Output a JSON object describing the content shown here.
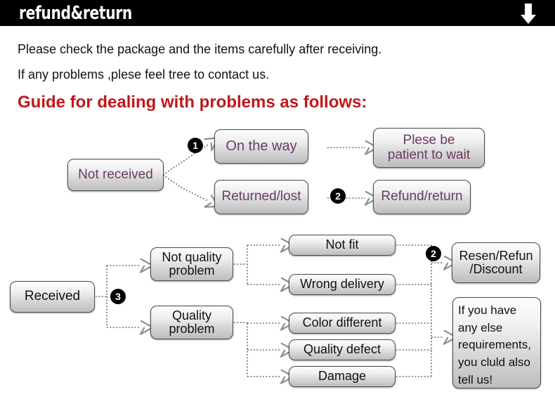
{
  "header": {
    "title": "refund&return",
    "arrow_icon": "arrow-down-icon",
    "background_color": "#000000",
    "text_color": "#ffffff"
  },
  "intro": {
    "line1": "Please check the package and the items carefully after receiving.",
    "line2": "If any problems ,plese feel tree to contact us.",
    "guide_heading": "Guide for dealing with problems as follows:",
    "guide_color": "#c0181c"
  },
  "flow_not_received": {
    "start": "Not received",
    "markers": {
      "one": "1",
      "two": "2"
    },
    "branch_top": "On the way",
    "branch_bottom": "Returned/lost",
    "result_top": "Plese be\npatient to wait",
    "result_top_line1": "Plese be",
    "result_top_line2": "patient to wait",
    "result_bottom": "Refund/return",
    "text_color": "#6b3a63"
  },
  "flow_received": {
    "start": "Received",
    "markers": {
      "three": "3",
      "two": "2"
    },
    "category_top_line1": "Not quality",
    "category_top_line2": "problem",
    "category_bottom_line1": "Quality",
    "category_bottom_line2": "problem",
    "issues_not_quality": [
      "Not fit",
      "Wrong delivery"
    ],
    "issues_quality": [
      "Color different",
      "Quality defect",
      "Damage"
    ],
    "result_line1": "Resen/Refun",
    "result_line2": "/Discount",
    "note": "If you have any else requirements, you cluld also tell us!",
    "note_line1": "If you have",
    "note_line2": "any else",
    "note_line3": "requirements,",
    "note_line4": "you cluld also",
    "note_line5": "tell us!",
    "text_color": "#111111"
  }
}
